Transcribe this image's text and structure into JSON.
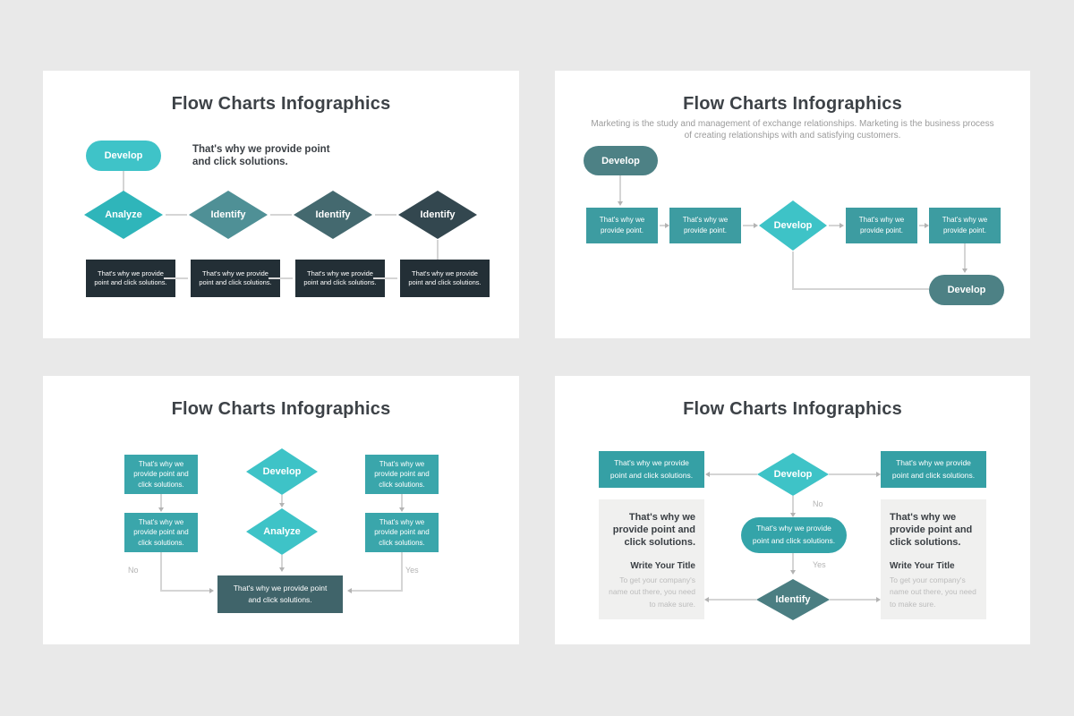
{
  "colors": {
    "page_background": "#e9e9e9",
    "card_background": "#ffffff",
    "title_text": "#3d4247",
    "subtitle_text": "#9b9b9b",
    "accent_teal": "#3ec3c7",
    "teal_bright": "#2fb5ba",
    "teal_medium": "#4f9096",
    "teal_dark": "#44696f",
    "slate_dark": "#33474f",
    "sea_green": "#4d8185",
    "sea_green_diamond": "#4b7e82",
    "teal_box": "#3d9ca1",
    "dark_box": "#232f36",
    "end_box": "#40646a",
    "connector": "#d5d5d5",
    "condition_label": "#b3b3b3",
    "side_panel_bg": "#f0f0ef"
  },
  "slide1": {
    "title": "Flow Charts Infographics",
    "start_pill": "Develop",
    "blurb": "That's why we provide point\nand click solutions.",
    "diamonds": [
      "Analyze",
      "Identify",
      "Identify",
      "Identify"
    ],
    "boxes": [
      "That's why we provide point and click solutions.",
      "That's why we provide point and click solutions.",
      "That's why we provide point and click solutions.",
      "That's why we provide point and click solutions."
    ]
  },
  "slide2": {
    "title": "Flow Charts Infographics",
    "subtitle": "Marketing is the study and management of exchange relationships. Marketing is the business process of creating relationships with and satisfying customers.",
    "start_pill": "Develop",
    "end_pill": "Develop",
    "diamond": "Develop",
    "boxes": [
      "That's why we\nprovide point.",
      "That's why we\nprovide point.",
      "That's why we\nprovide point.",
      "That's why we\nprovide point."
    ]
  },
  "slide3": {
    "title": "Flow Charts Infographics",
    "left_boxes": [
      "That's why we\nprovide point and\nclick solutions.",
      "That's why we\nprovide point and\nclick solutions."
    ],
    "right_boxes": [
      "That's why we\nprovide point and\nclick solutions.",
      "That's why we\nprovide point and\nclick solutions."
    ],
    "diamonds": [
      "Develop",
      "Analyze"
    ],
    "end_box": "That's why we provide point\nand click solutions.",
    "no_label": "No",
    "yes_label": "Yes"
  },
  "slide4": {
    "title": "Flow Charts Infographics",
    "top_boxes": [
      "That's why we provide\npoint and click solutions.",
      "That's why we provide\npoint and click solutions."
    ],
    "diamond_top": "Develop",
    "middle_box": "That's why we provide\npoint and click solutions.",
    "diamond_bottom": "Identify",
    "no_label": "No",
    "yes_label": "Yes",
    "left_panel": {
      "heading": "That's why we provide point and click solutions.",
      "subheading": "Write Your Title",
      "body": "To get your company's name out there, you need to make sure."
    },
    "right_panel": {
      "heading": "That's why we provide point and click solutions.",
      "subheading": "Write Your Title",
      "body": "To get your company's name out there, you need to make sure."
    }
  }
}
